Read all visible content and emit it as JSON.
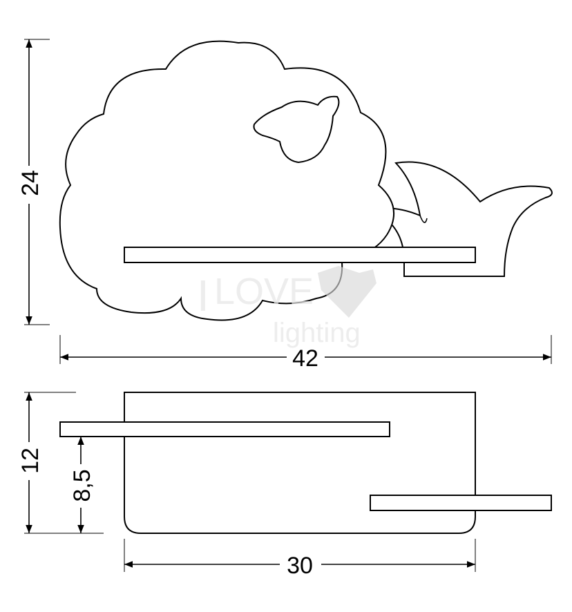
{
  "drawing": {
    "front_view": {
      "height_label": "24",
      "width_label": "42"
    },
    "top_view": {
      "depth_label": "12",
      "shelf_offset_label": "8,5",
      "base_width_label": "30"
    },
    "watermark": {
      "brand": "I LOVE lighting"
    }
  }
}
